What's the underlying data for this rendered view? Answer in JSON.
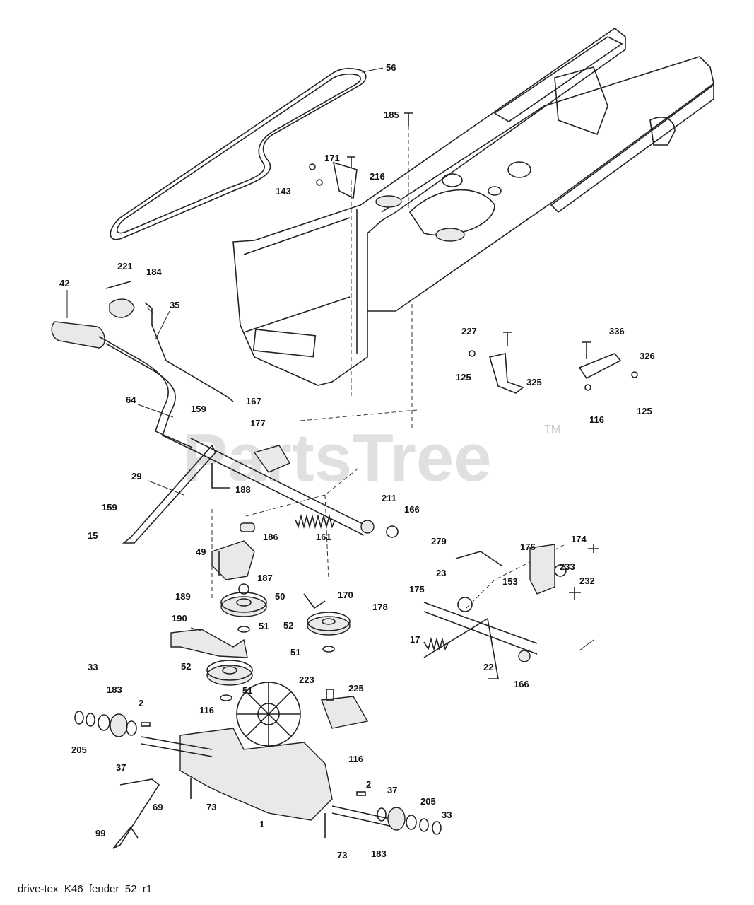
{
  "watermark": {
    "text": "PartsTree",
    "trademark": "TM"
  },
  "footer": {
    "diagram_id": "drive-tex_K46_fender_52_r1"
  },
  "callouts": [
    {
      "id": "c56",
      "label": "56"
    },
    {
      "id": "c185",
      "label": "185"
    },
    {
      "id": "c171",
      "label": "171"
    },
    {
      "id": "c216",
      "label": "216"
    },
    {
      "id": "c143",
      "label": "143"
    },
    {
      "id": "c221",
      "label": "221"
    },
    {
      "id": "c184",
      "label": "184"
    },
    {
      "id": "c42",
      "label": "42"
    },
    {
      "id": "c35",
      "label": "35"
    },
    {
      "id": "c227",
      "label": "227"
    },
    {
      "id": "c336",
      "label": "336"
    },
    {
      "id": "c326",
      "label": "326"
    },
    {
      "id": "c125a",
      "label": "125"
    },
    {
      "id": "c325",
      "label": "325"
    },
    {
      "id": "c116a",
      "label": "116"
    },
    {
      "id": "c125b",
      "label": "125"
    },
    {
      "id": "c64",
      "label": "64"
    },
    {
      "id": "c159a",
      "label": "159"
    },
    {
      "id": "c167",
      "label": "167"
    },
    {
      "id": "c177",
      "label": "177"
    },
    {
      "id": "c29",
      "label": "29"
    },
    {
      "id": "c188",
      "label": "188"
    },
    {
      "id": "c211",
      "label": "211"
    },
    {
      "id": "c166a",
      "label": "166"
    },
    {
      "id": "c159b",
      "label": "159"
    },
    {
      "id": "c15",
      "label": "15"
    },
    {
      "id": "c161",
      "label": "161"
    },
    {
      "id": "c186",
      "label": "186"
    },
    {
      "id": "c279",
      "label": "279"
    },
    {
      "id": "c176",
      "label": "176"
    },
    {
      "id": "c174",
      "label": "174"
    },
    {
      "id": "c49",
      "label": "49"
    },
    {
      "id": "c187",
      "label": "187"
    },
    {
      "id": "c23",
      "label": "23"
    },
    {
      "id": "c153",
      "label": "153"
    },
    {
      "id": "c233",
      "label": "233"
    },
    {
      "id": "c232",
      "label": "232"
    },
    {
      "id": "c189",
      "label": "189"
    },
    {
      "id": "c50",
      "label": "50"
    },
    {
      "id": "c170",
      "label": "170"
    },
    {
      "id": "c175",
      "label": "175"
    },
    {
      "id": "c178",
      "label": "178"
    },
    {
      "id": "c190",
      "label": "190"
    },
    {
      "id": "c51a",
      "label": "51"
    },
    {
      "id": "c52a",
      "label": "52"
    },
    {
      "id": "c51b",
      "label": "51"
    },
    {
      "id": "c17",
      "label": "17"
    },
    {
      "id": "c22",
      "label": "22"
    },
    {
      "id": "c166b",
      "label": "166"
    },
    {
      "id": "c52b",
      "label": "52"
    },
    {
      "id": "c51c",
      "label": "51"
    },
    {
      "id": "c33a",
      "label": "33"
    },
    {
      "id": "c183a",
      "label": "183"
    },
    {
      "id": "c2a",
      "label": "2"
    },
    {
      "id": "c116b",
      "label": "116"
    },
    {
      "id": "c223",
      "label": "223"
    },
    {
      "id": "c225",
      "label": "225"
    },
    {
      "id": "c205a",
      "label": "205"
    },
    {
      "id": "c37a",
      "label": "37"
    },
    {
      "id": "c116c",
      "label": "116"
    },
    {
      "id": "c2b",
      "label": "2"
    },
    {
      "id": "c37b",
      "label": "37"
    },
    {
      "id": "c205b",
      "label": "205"
    },
    {
      "id": "c33b",
      "label": "33"
    },
    {
      "id": "c69",
      "label": "69"
    },
    {
      "id": "c73a",
      "label": "73"
    },
    {
      "id": "c1",
      "label": "1"
    },
    {
      "id": "c99",
      "label": "99"
    },
    {
      "id": "c73b",
      "label": "73"
    },
    {
      "id": "c183b",
      "label": "183"
    }
  ]
}
